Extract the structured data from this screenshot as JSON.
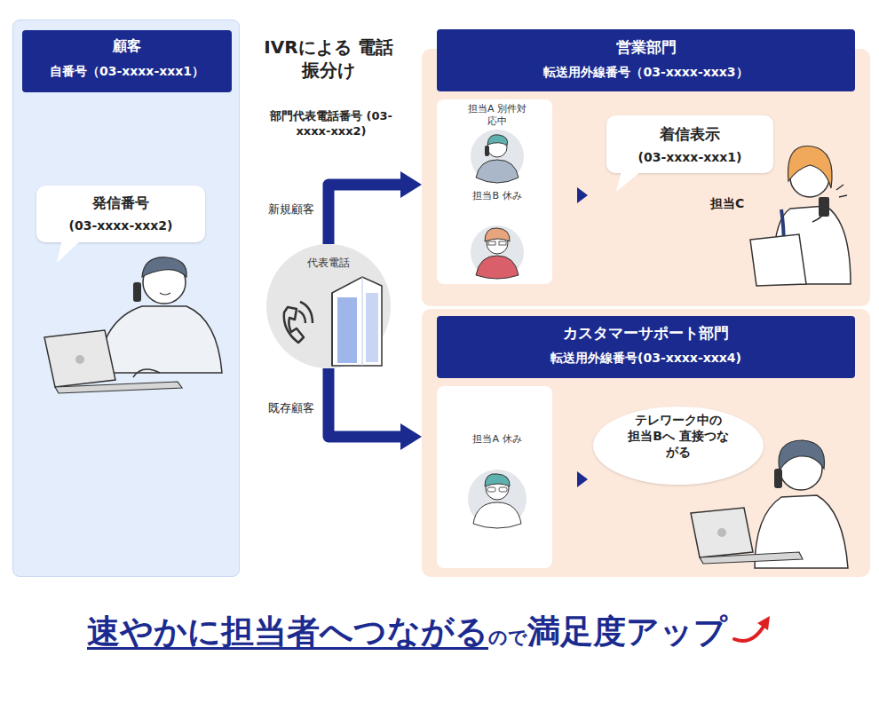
{
  "diagram": {
    "title": "IVRによる 電話振分け",
    "nodes": [
      {
        "text": [
          "顧客",
          "自番号（03-xxxx-xxx1）"
        ]
      },
      {
        "text": [
          "発信番号",
          "(03-xxxx-xxx2)"
        ],
        "in": 0
      },
      {
        "text": [
          "代表電話"
        ]
      },
      {
        "text": [
          "営業部門",
          "転送用外線番号（03-xxxx-xxx3）"
        ]
      },
      {
        "text": [
          "担当A 別件対応中",
          "担当B 休み"
        ],
        "in": 3
      },
      {
        "text": [
          "着信表示",
          "(03-xxxx-xxx1)"
        ],
        "in": 3
      },
      {
        "text": [
          "カスタマーサポート部門",
          "転送用外線番号(03-xxxx-xxx4)"
        ]
      },
      {
        "text": [
          "担当A 休み"
        ],
        "in": 6
      },
      {
        "text": [
          "テレワーク中の 担当Bへ 直接つながる"
        ],
        "in": 6
      }
    ],
    "edges": [
      {
        "from": 2,
        "to": 3,
        "label": "新規顧客",
        "arrow": "to"
      },
      {
        "from": 2,
        "to": 6,
        "label": "既存顧客",
        "arrow": "to"
      }
    ],
    "labels": [
      "部門代表電話番号 (03-xxxx-xxx2)",
      "担当C",
      "速やかに担当者へつながる",
      "ので",
      "満足度アップ"
    ]
  }
}
